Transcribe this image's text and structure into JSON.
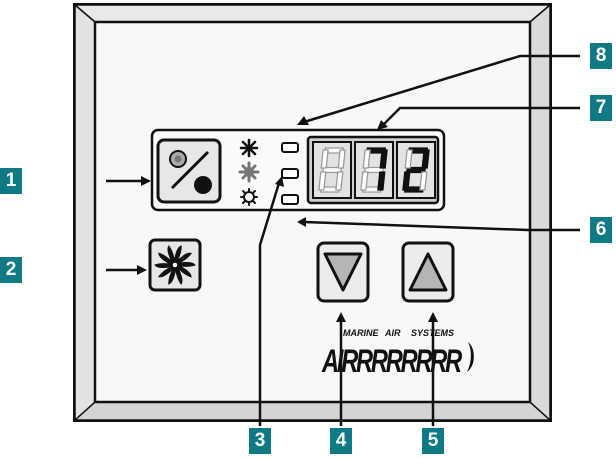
{
  "callouts": [
    "1",
    "2",
    "3",
    "4",
    "5",
    "6",
    "7",
    "8"
  ],
  "display": {
    "digits": [
      "8",
      "7",
      "2"
    ],
    "lit": [
      false,
      true,
      true
    ]
  },
  "mode_indicators": [
    "cool",
    "dehumidify",
    "heat"
  ],
  "brand": {
    "tagline_words": [
      "MARINE",
      "AIR",
      "SYSTEMS"
    ],
    "logo_text": "AIRRRRRRRR"
  },
  "colors": {
    "callout": "#0f7a86",
    "frame": "#111111",
    "panel": "#f7f7f7",
    "display_bg": "#dcdcdc",
    "segment_off": "#9a9a9a",
    "segment_on": "#111111",
    "arrow_fill": "#b5b5b5"
  },
  "icons": {
    "power_button": "power-toggle-icon",
    "fan_button": "fan-icon",
    "down_button": "triangle-down-icon",
    "up_button": "triangle-up-icon"
  }
}
